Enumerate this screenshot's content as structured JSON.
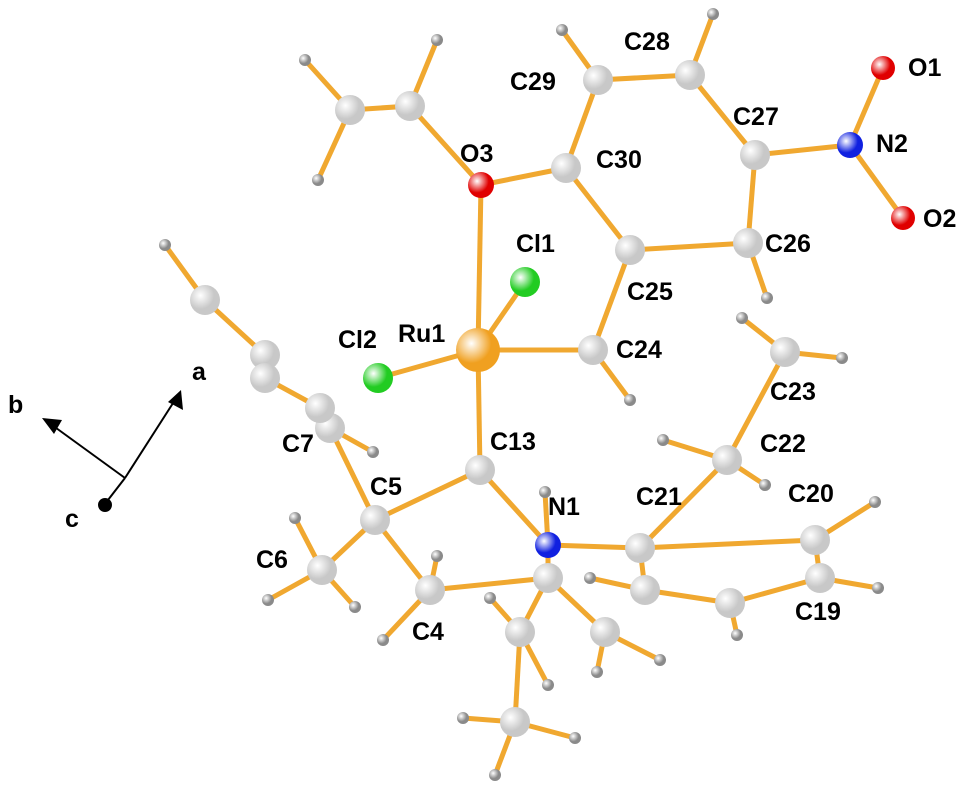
{
  "colors": {
    "bond": "#f0a830",
    "carbon": "#c8c8c8",
    "hydrogen": "#8a8a8a",
    "ruthenium": "#f0a020",
    "chlorine": "#22cc22",
    "oxygen": "#e00000",
    "nitrogen": "#1020e0"
  },
  "atom_labels": {
    "Ru1": "Ru1",
    "Cl1": "Cl1",
    "Cl2": "Cl2",
    "O3": "O3",
    "O1": "O1",
    "O2": "O2",
    "N1": "N1",
    "N2": "N2",
    "C4": "C4",
    "C5": "C5",
    "C6": "C6",
    "C7": "C7",
    "C13": "C13",
    "C19": "C19",
    "C20": "C20",
    "C21": "C21",
    "C22": "C22",
    "C23": "C23",
    "C24": "C24",
    "C25": "C25",
    "C26": "C26",
    "C27": "C27",
    "C28": "C28",
    "C29": "C29",
    "C30": "C30"
  },
  "axes": {
    "a": "a",
    "b": "b",
    "c": "c"
  }
}
